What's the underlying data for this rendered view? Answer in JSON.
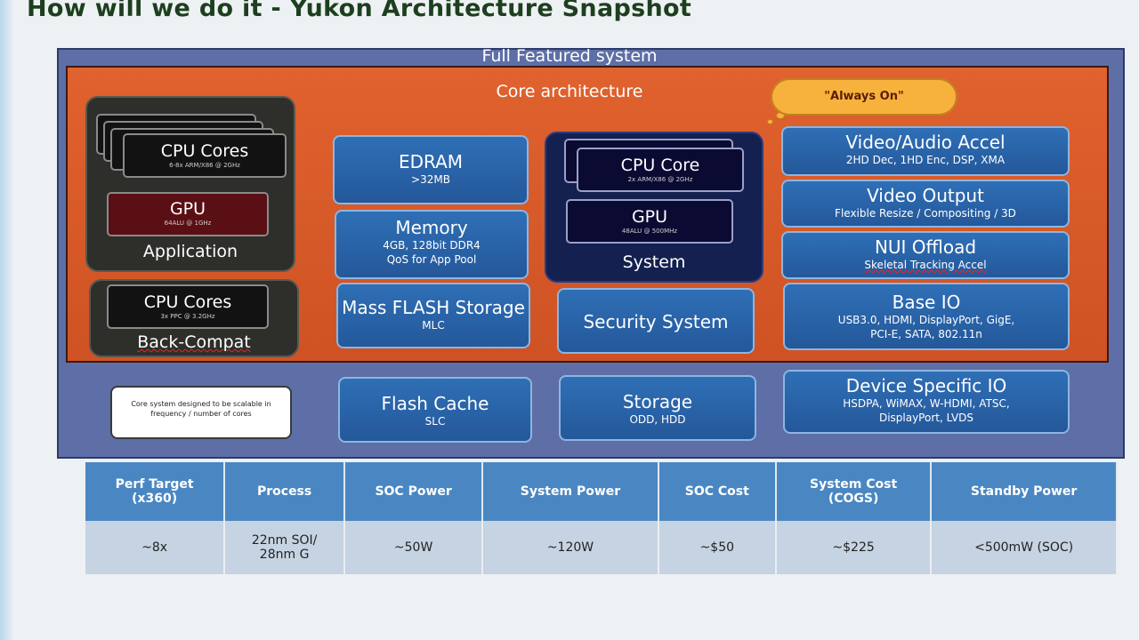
{
  "page": {
    "title": "How will we do it - Yukon Architecture Snapshot"
  },
  "diagram": {
    "outer_label": "Full Featured system",
    "core_label": "Core architecture",
    "always_on": "\"Always On\"",
    "application": {
      "label": "Application",
      "cpu": {
        "title": "CPU Cores",
        "sub": "6-8x ARM/X86 @ 2GHz"
      },
      "gpu": {
        "title": "GPU",
        "sub": "64ALU @ 1GHz"
      }
    },
    "back_compat": {
      "label": "Back-Compat",
      "cpu": {
        "title": "CPU Cores",
        "sub": "3x PPC @ 3.2GHz"
      }
    },
    "system": {
      "label": "System",
      "cpu": {
        "title": "CPU Core",
        "sub": "2x ARM/X86 @ 2GHz"
      },
      "gpu": {
        "title": "GPU",
        "sub": "48ALU @ 500MHz"
      }
    },
    "edram": {
      "title": "EDRAM",
      "sub": ">32MB"
    },
    "memory": {
      "title": "Memory",
      "sub1": "4GB, 128bit DDR4",
      "sub2": "QoS for App Pool"
    },
    "mass_flash": {
      "title": "Mass FLASH Storage",
      "sub": "MLC"
    },
    "security": {
      "title": "Security System"
    },
    "video_audio": {
      "title": "Video/Audio Accel",
      "sub": "2HD Dec, 1HD Enc, DSP, XMA"
    },
    "video_output": {
      "title": "Video Output",
      "sub": "Flexible Resize / Compositing  / 3D"
    },
    "nui": {
      "title": "NUI Offload",
      "sub": "Skeletal Tracking Accel"
    },
    "base_io": {
      "title": "Base IO",
      "sub1": "USB3.0, HDMI, DisplayPort, GigE,",
      "sub2": "PCI-E, SATA, 802.11n"
    },
    "flash_cache": {
      "title": "Flash Cache",
      "sub": "SLC"
    },
    "storage": {
      "title": "Storage",
      "sub": "ODD, HDD"
    },
    "device_io": {
      "title": "Device Specific IO",
      "sub1": "HSDPA, WiMAX, W-HDMI, ATSC,",
      "sub2": "DisplayPort, LVDS"
    },
    "note": "Core system designed to be scalable in frequency / number of cores"
  },
  "table": {
    "headers": [
      {
        "l1": "Perf Target",
        "l2": "(x360)"
      },
      {
        "l1": "Process",
        "l2": ""
      },
      {
        "l1": "SOC Power",
        "l2": ""
      },
      {
        "l1": "System Power",
        "l2": ""
      },
      {
        "l1": "SOC Cost",
        "l2": ""
      },
      {
        "l1": "System Cost",
        "l2": "(COGS)"
      },
      {
        "l1": "Standby Power",
        "l2": ""
      }
    ],
    "values": [
      {
        "l1": "~8x",
        "l2": ""
      },
      {
        "l1": "22nm SOI/",
        "l2": "28nm G"
      },
      {
        "l1": "~50W",
        "l2": ""
      },
      {
        "l1": "~120W",
        "l2": ""
      },
      {
        "l1": "~$50",
        "l2": ""
      },
      {
        "l1": "~$225",
        "l2": ""
      },
      {
        "l1": "<500mW (SOC)",
        "l2": ""
      }
    ]
  }
}
